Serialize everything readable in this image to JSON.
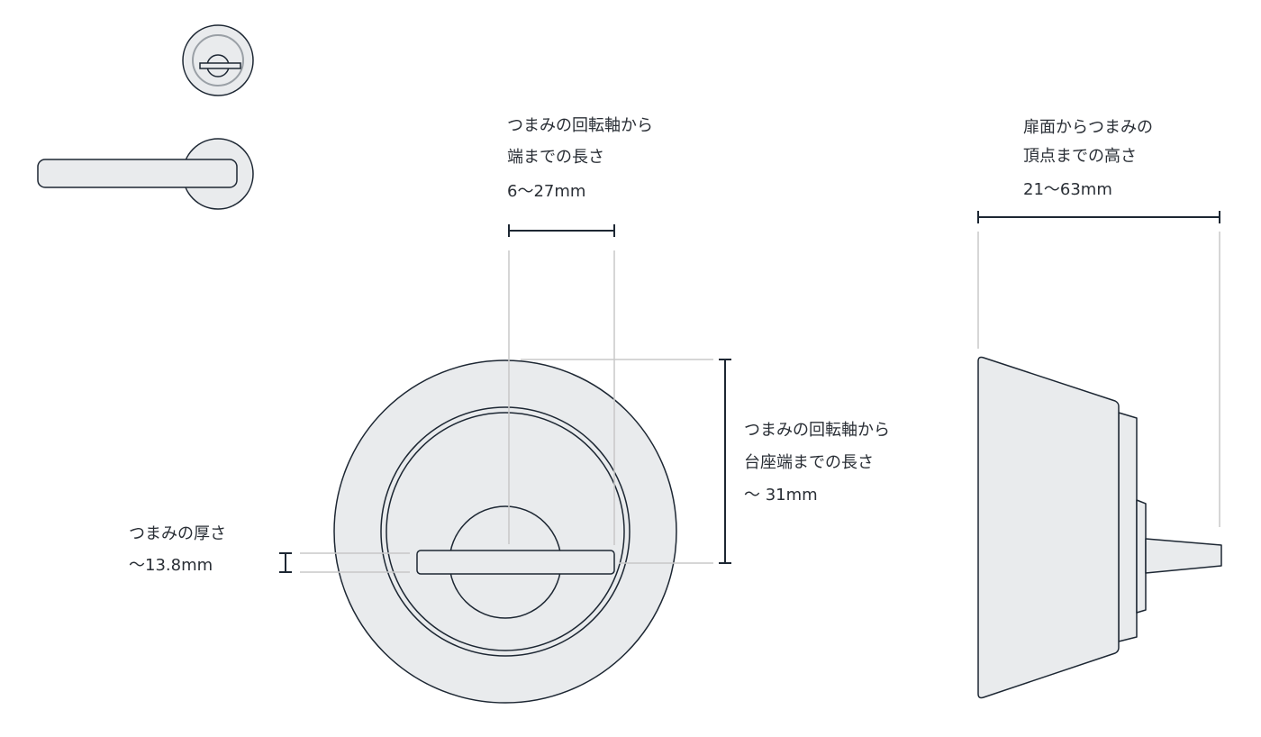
{
  "colors": {
    "stroke": "#1d2733",
    "fill": "#e9ebed",
    "guide": "#c8c8c8",
    "ring": "#9aa0a6"
  },
  "icons": [
    "thumbturn-icon",
    "lever-handle-icon"
  ],
  "labels": {
    "knob_length": {
      "line1": "つまみの回転軸から",
      "line2": "端までの長さ",
      "value": "6〜27mm"
    },
    "knob_height": {
      "line1": "扉面からつまみの",
      "line2": "頂点までの高さ",
      "value": "21〜63mm"
    },
    "base_length": {
      "line1": "つまみの回転軸から",
      "line2": "台座端までの長さ",
      "value": "〜 31mm"
    },
    "knob_thickness": {
      "line1": "つまみの厚さ",
      "value": "〜13.8mm"
    }
  }
}
